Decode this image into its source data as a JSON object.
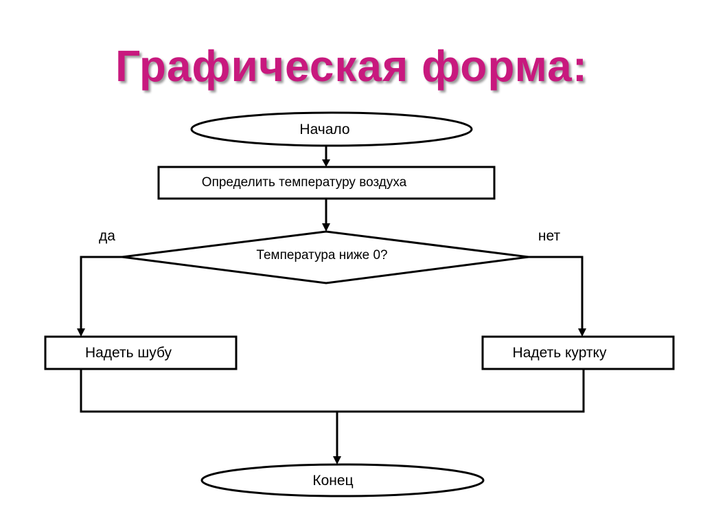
{
  "title": "Графическая форма:",
  "colors": {
    "title": "#c8197e",
    "title_shadow": "#9a9a9a",
    "line": "#000000",
    "background": "#ffffff"
  },
  "flowchart": {
    "start": "Начало",
    "process": "Определить температуру воздуха",
    "decision": "Температура ниже 0?",
    "branch_yes": "да",
    "branch_no": "нет",
    "action_yes": "Надеть шубу",
    "action_no": "Надеть куртку",
    "end": "Конец"
  }
}
